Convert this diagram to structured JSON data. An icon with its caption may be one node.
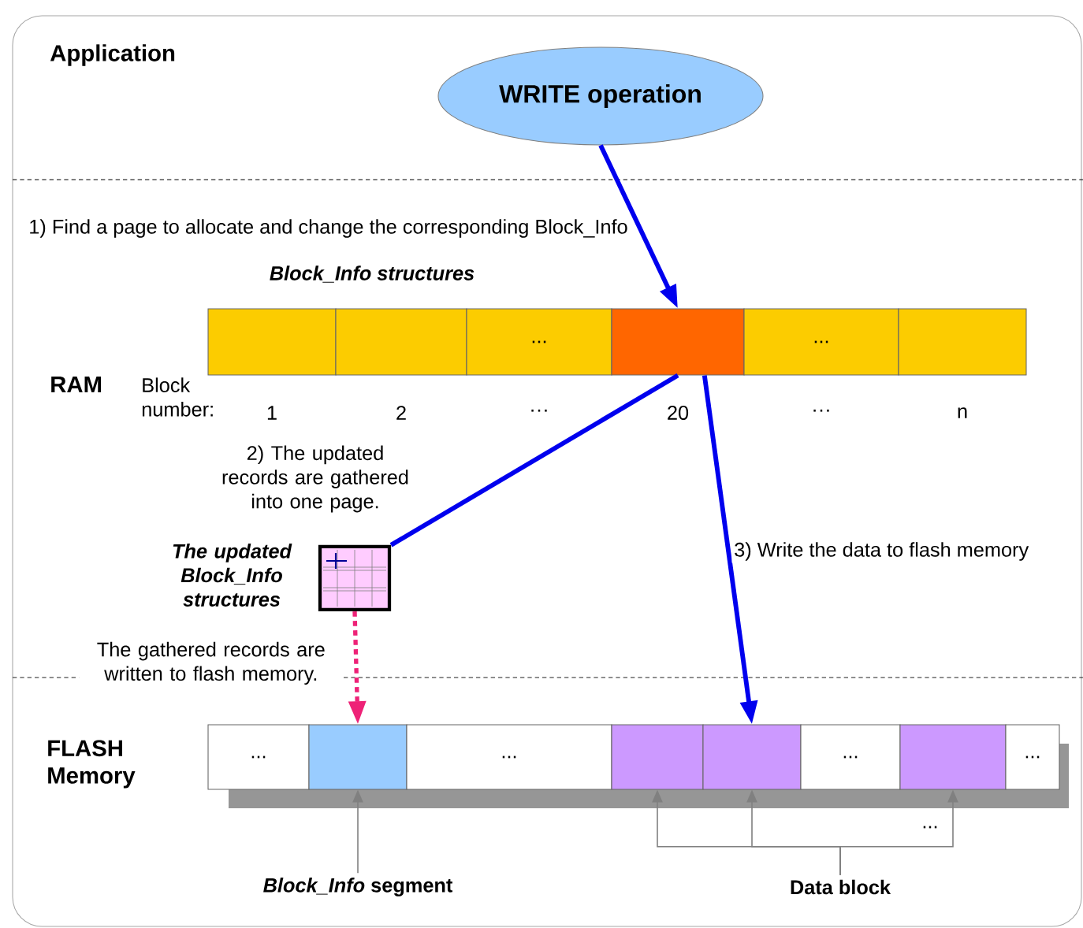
{
  "diagram": {
    "nodes": [
      {
        "text": [
          "WRITE operation"
        ]
      },
      {
        "text": [],
        "shape": "box",
        "beside": [
          "1"
        ]
      },
      {
        "text": [],
        "shape": "box",
        "beside": [
          "2"
        ]
      },
      {
        "text": [
          "..."
        ],
        "beside": [
          "···"
        ]
      },
      {
        "text": [],
        "shape": "box",
        "beside": [
          "20"
        ]
      },
      {
        "text": [
          "..."
        ],
        "beside": [
          "···"
        ]
      },
      {
        "text": [],
        "shape": "box",
        "beside": [
          "n"
        ]
      },
      {
        "text": [],
        "shape": "box",
        "beside": [
          "The updated Block_Info structures"
        ]
      },
      {
        "text": [
          "..."
        ]
      },
      {
        "text": [],
        "shape": "box"
      },
      {
        "text": [
          "..."
        ]
      },
      {
        "text": [],
        "shape": "box"
      },
      {
        "text": [],
        "shape": "box"
      },
      {
        "text": [
          "..."
        ]
      },
      {
        "text": [],
        "shape": "box"
      },
      {
        "text": [
          "..."
        ]
      },
      {
        "text": [
          "*Block_Info* segment"
        ]
      },
      {
        "text": [
          "Data block"
        ]
      }
    ],
    "edges": [
      {
        "from": 0,
        "to": 4,
        "arrow": "to",
        "label": "1) Find a page to allocate and change the corresponding Block_Info",
        "style": "thick",
        "color": "#0000ee"
      },
      {
        "from": 4,
        "to": 7,
        "arrow": "none",
        "label": "2) The updated records are gathered into one page.",
        "style": "thick",
        "color": "#0000ee"
      },
      {
        "from": 4,
        "to": 12,
        "arrow": "to",
        "label": "3) Write the data to flash memory",
        "style": "thick",
        "color": "#0000ee"
      },
      {
        "from": 7,
        "to": 9,
        "arrow": "to",
        "label": "The gathered records are written to flash memory.",
        "style": "dashed",
        "color": "#ee2277"
      },
      {
        "from": 16,
        "to": 9,
        "arrow": "to",
        "color": "#808080"
      },
      {
        "from": 17,
        "to": 11,
        "arrow": "to",
        "color": "#808080"
      },
      {
        "from": 17,
        "to": 12,
        "arrow": "to",
        "color": "#808080"
      },
      {
        "from": 17,
        "to": 14,
        "arrow": "to",
        "color": "#808080"
      }
    ],
    "labels": [
      "Application",
      "Block_Info structures",
      "RAM",
      "Block number:",
      "FLASH Memory",
      "..."
    ]
  }
}
